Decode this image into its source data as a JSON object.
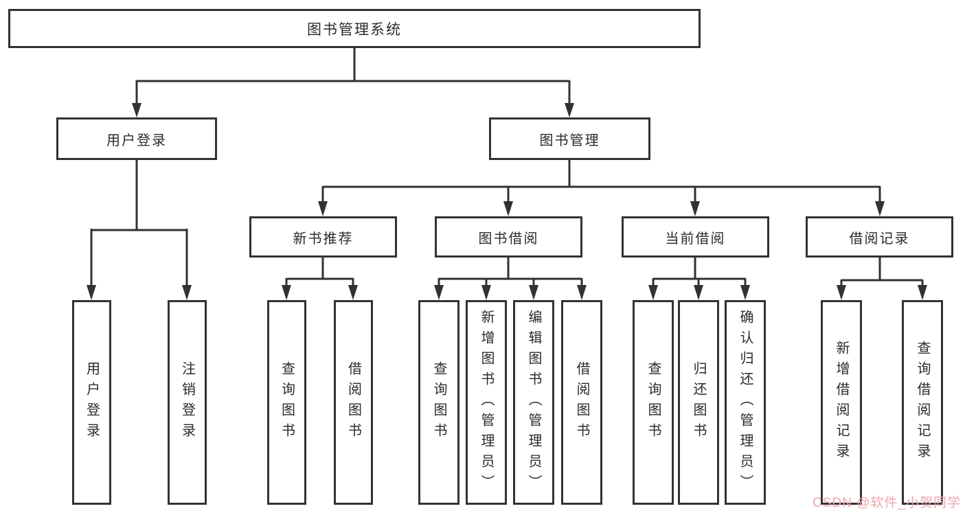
{
  "diagram": {
    "nodes": {
      "root": "图书管理系统",
      "user_login": "用户登录",
      "book_mgmt": "图书管理",
      "new_book": "新书推荐",
      "book_borrow": "图书借阅",
      "current_borrow": "当前借阅",
      "borrow_records": "借阅记录"
    },
    "leaves": {
      "user_login": [
        "用户登录",
        "注销登录"
      ],
      "new_book": [
        "查询图书",
        "借阅图书"
      ],
      "book_borrow": [
        "查询图书",
        "新增图书（管理员）",
        "编辑图书（管理员）",
        "借阅图书"
      ],
      "current_borrow": [
        "查询图书",
        "归还图书",
        "确认归还（管理员）"
      ],
      "borrow_records": [
        "新增借阅记录",
        "查询借阅记录"
      ]
    },
    "line_color": "#323232",
    "watermark": "CSDN @软件_小贺同学"
  }
}
